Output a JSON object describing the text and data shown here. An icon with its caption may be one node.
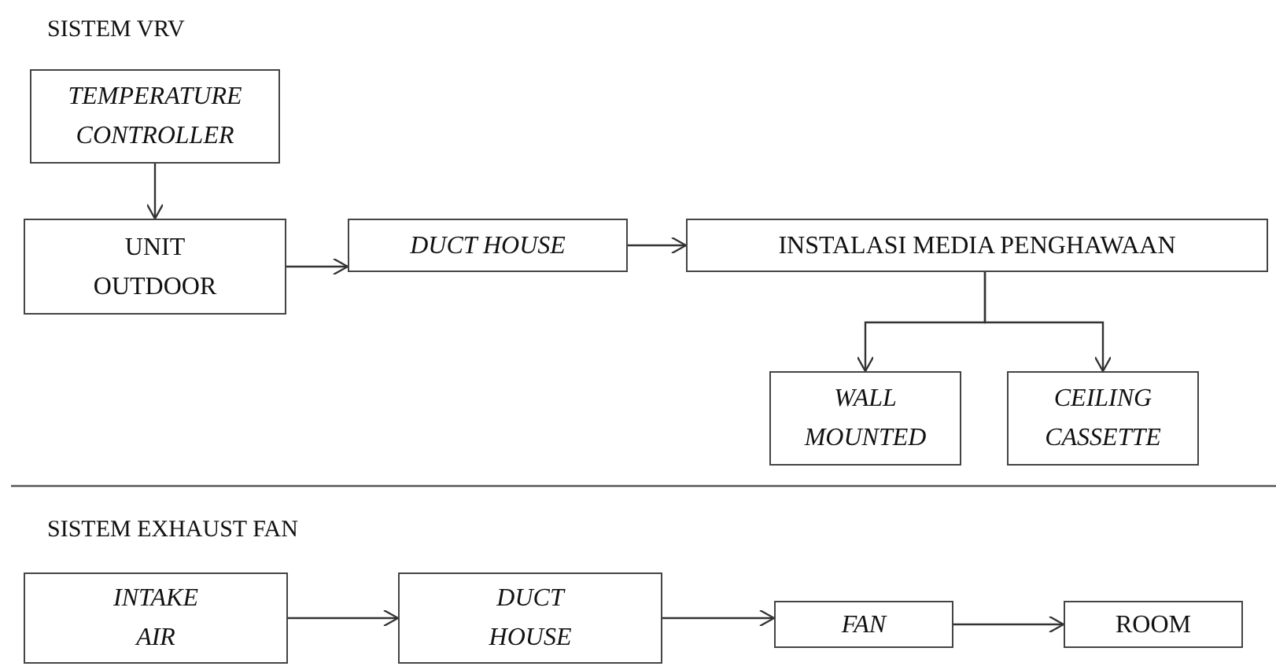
{
  "diagram": {
    "nodes": [
      {
        "text": [
          "TEMPERATURE CONTROLLER"
        ]
      },
      {
        "text": [
          "UNIT OUTDOOR"
        ]
      },
      {
        "text": [
          "DUCT HOUSE"
        ]
      },
      {
        "text": [
          "INSTALASI MEDIA PENGHAWAAN"
        ]
      },
      {
        "text": [
          "WALL MOUNTED"
        ]
      },
      {
        "text": [
          "CEILING CASSETTE"
        ]
      },
      {
        "text": [
          "INTAKE AIR"
        ]
      },
      {
        "text": [
          "DUCT HOUSE"
        ]
      },
      {
        "text": [
          "FAN"
        ]
      },
      {
        "text": [
          "ROOM"
        ]
      }
    ],
    "edges": [
      {
        "from": 0,
        "to": 1,
        "arrow": "to"
      },
      {
        "from": 1,
        "to": 2,
        "arrow": "to"
      },
      {
        "from": 2,
        "to": 3,
        "arrow": "to"
      },
      {
        "from": 3,
        "to": 4,
        "arrow": "to"
      },
      {
        "from": 3,
        "to": 5,
        "arrow": "to"
      },
      {
        "from": 6,
        "to": 7,
        "arrow": "to"
      },
      {
        "from": 7,
        "to": 8,
        "arrow": "to"
      },
      {
        "from": 8,
        "to": 9,
        "arrow": "to"
      }
    ],
    "labels": [
      "SISTEM VRV",
      "SISTEM EXHAUST FAN"
    ]
  }
}
